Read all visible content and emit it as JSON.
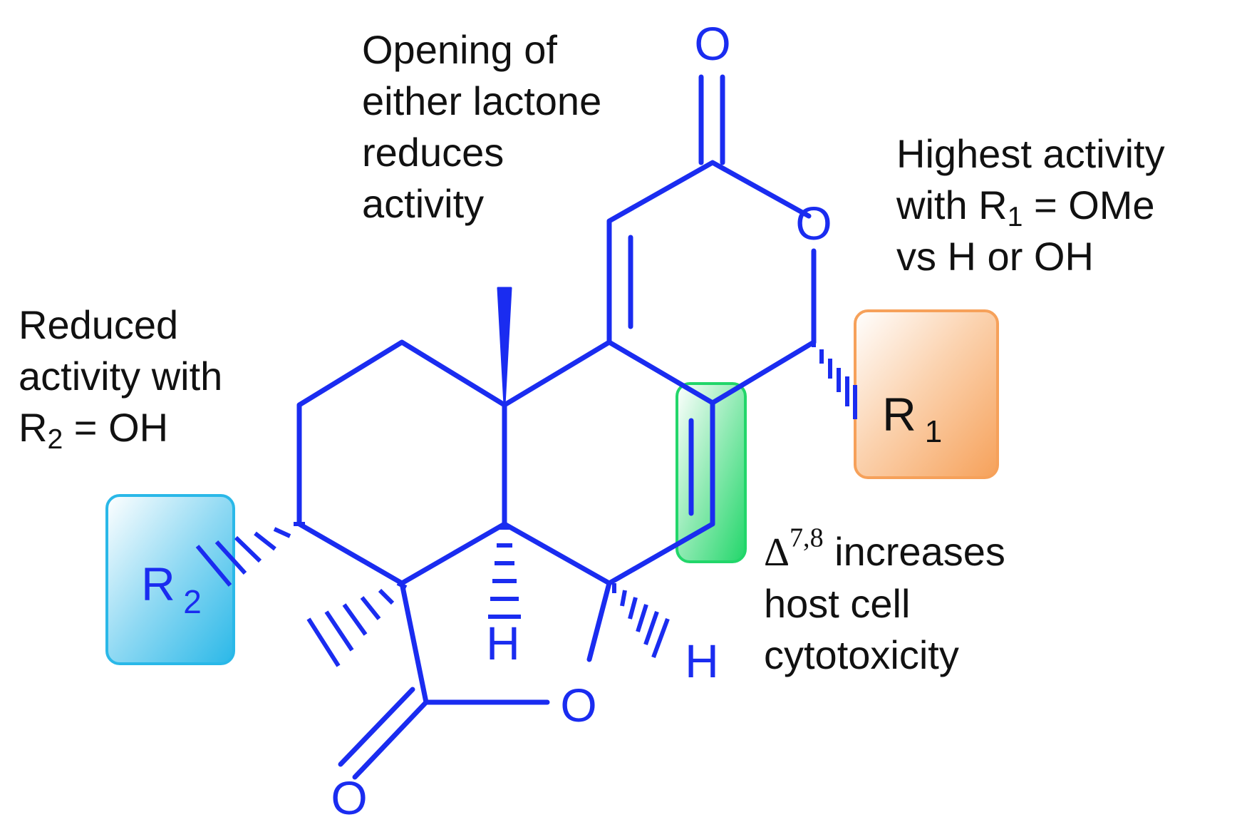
{
  "colors": {
    "structure": "#1a2cf0",
    "text": "#111111",
    "r1_box": "#f6a15a",
    "r2_box": "#2ab8e8",
    "alkene_box": "#22d66a"
  },
  "annotations": {
    "lactone": {
      "lines": [
        "Opening of",
        "either lactone",
        "reduces",
        "activity"
      ]
    },
    "r1": {
      "line1": "Highest activity",
      "line2_pre": "with R",
      "line2_sub": "1",
      "line2_post": " = OMe",
      "line3": "vs H or OH"
    },
    "r2": {
      "line1": "Reduced",
      "line2": "activity with",
      "line3_pre": "R",
      "line3_sub": "2",
      "line3_post": " = OH"
    },
    "alkene": {
      "delta": "Δ",
      "sup": "7,8",
      "line1_post": " increases",
      "line2": "host cell",
      "line3": "cytotoxicity"
    }
  },
  "atoms": {
    "o_top": "O",
    "o_ring": "O",
    "o_lower": "O",
    "o_bottom": "O",
    "h_center": "H",
    "h_right": "H"
  },
  "substituents": {
    "r1": {
      "letter": "R",
      "sub": "1"
    },
    "r2": {
      "letter": "R",
      "sub": "2"
    }
  }
}
